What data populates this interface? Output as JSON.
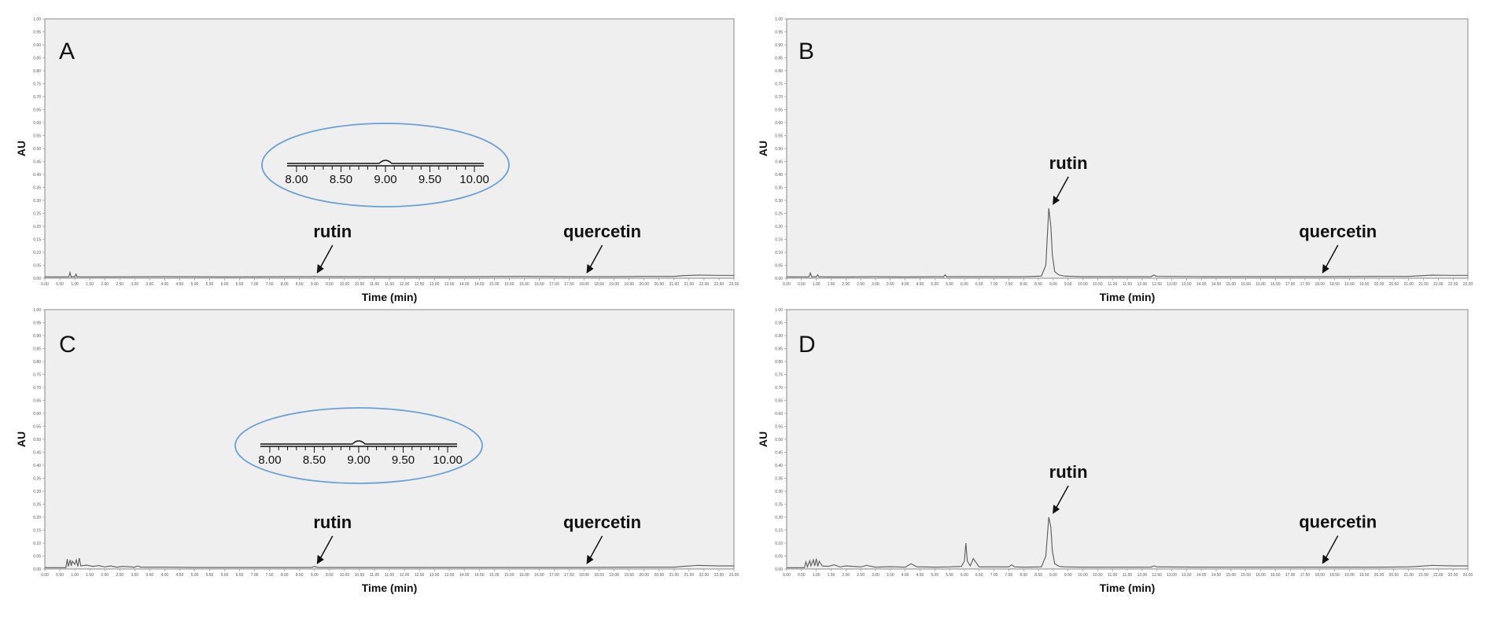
{
  "chart_data": [
    {
      "type": "line",
      "panel": "A",
      "xlabel": "Time (min)",
      "ylabel": "AU",
      "xlim": [
        0,
        23
      ],
      "ylim": [
        0,
        1
      ],
      "grid": false,
      "series": [
        {
          "x": [
            0,
            0.8,
            0.84,
            0.88,
            0.92,
            1.0,
            1.04,
            1.08,
            1.12,
            1.2,
            2,
            4,
            6,
            8,
            8.9,
            9.0,
            9.1,
            10,
            12,
            14,
            16,
            17.5,
            18,
            19,
            20,
            21,
            21.3,
            21.8,
            22.5,
            23
          ],
          "y": [
            0.005,
            0.005,
            0.022,
            0.004,
            0.006,
            0.005,
            0.016,
            0.004,
            0.006,
            0.005,
            0.005,
            0.006,
            0.005,
            0.006,
            0.006,
            0.007,
            0.006,
            0.006,
            0.006,
            0.006,
            0.007,
            0.006,
            0.006,
            0.006,
            0.007,
            0.007,
            0.01,
            0.012,
            0.011,
            0.011
          ]
        }
      ],
      "annotations": [
        {
          "text": "rutin",
          "x": 9.0,
          "y": 0.006
        },
        {
          "text": "quercetin",
          "x": 18.0,
          "y": 0.006
        }
      ],
      "inset": {
        "tick_labels": [
          "8.00",
          "8.50",
          "9.00",
          "9.50",
          "10.00"
        ],
        "peak_x": 9.0
      }
    },
    {
      "type": "line",
      "panel": "B",
      "xlabel": "Time (min)",
      "ylabel": "AU",
      "xlim": [
        0,
        23
      ],
      "ylim": [
        0,
        1
      ],
      "grid": false,
      "series": [
        {
          "x": [
            0,
            0.75,
            0.8,
            0.85,
            0.9,
            1.0,
            1.05,
            1.1,
            1.15,
            1.3,
            2,
            3,
            4,
            5,
            5.3,
            5.35,
            5.4,
            6,
            7,
            8,
            8.6,
            8.75,
            8.85,
            8.92,
            8.97,
            9.05,
            9.2,
            9.4,
            10,
            12,
            12.3,
            12.4,
            12.5,
            14,
            16,
            18,
            20,
            21,
            21.3,
            21.8,
            22.5,
            23
          ],
          "y": [
            0.005,
            0.005,
            0.02,
            0.004,
            0.006,
            0.005,
            0.013,
            0.004,
            0.006,
            0.005,
            0.005,
            0.006,
            0.005,
            0.006,
            0.006,
            0.013,
            0.006,
            0.006,
            0.006,
            0.006,
            0.008,
            0.05,
            0.27,
            0.2,
            0.09,
            0.025,
            0.012,
            0.008,
            0.006,
            0.006,
            0.006,
            0.012,
            0.007,
            0.006,
            0.006,
            0.006,
            0.007,
            0.007,
            0.009,
            0.012,
            0.011,
            0.011
          ]
        }
      ],
      "annotations": [
        {
          "text": "rutin",
          "x": 8.9,
          "y": 0.27
        },
        {
          "text": "quercetin",
          "x": 18.0,
          "y": 0.006
        }
      ]
    },
    {
      "type": "line",
      "panel": "C",
      "xlabel": "Time (min)",
      "ylabel": "AU",
      "xlim": [
        0,
        23
      ],
      "ylim": [
        0,
        1
      ],
      "grid": false,
      "series": [
        {
          "x": [
            0,
            0.7,
            0.75,
            0.78,
            0.85,
            0.88,
            0.92,
            1.0,
            1.05,
            1.1,
            1.15,
            1.2,
            1.4,
            1.6,
            1.8,
            2.0,
            2.2,
            2.4,
            2.6,
            3.0,
            3.1,
            3.2,
            3.5,
            4,
            5,
            6,
            7,
            8,
            8.9,
            9.0,
            9.1,
            10,
            12,
            14,
            16,
            18,
            20,
            21,
            21.3,
            21.8,
            22.5,
            23
          ],
          "y": [
            0.005,
            0.005,
            0.038,
            0.01,
            0.035,
            0.012,
            0.03,
            0.018,
            0.035,
            0.01,
            0.042,
            0.012,
            0.015,
            0.01,
            0.013,
            0.008,
            0.012,
            0.007,
            0.01,
            0.007,
            0.012,
            0.007,
            0.007,
            0.007,
            0.006,
            0.006,
            0.006,
            0.006,
            0.006,
            0.01,
            0.006,
            0.006,
            0.006,
            0.006,
            0.006,
            0.006,
            0.007,
            0.007,
            0.01,
            0.014,
            0.012,
            0.012
          ]
        }
      ],
      "annotations": [
        {
          "text": "rutin",
          "x": 9.0,
          "y": 0.006
        },
        {
          "text": "quercetin",
          "x": 18.0,
          "y": 0.006
        }
      ],
      "inset": {
        "tick_labels": [
          "8.00",
          "8.50",
          "9.00",
          "9.50",
          "10.00"
        ],
        "peak_x": 9.0
      }
    },
    {
      "type": "line",
      "panel": "D",
      "xlabel": "Time (min)",
      "ylabel": "AU",
      "xlim": [
        0,
        23
      ],
      "ylim": [
        0,
        1
      ],
      "grid": false,
      "series": [
        {
          "x": [
            0,
            0.6,
            0.65,
            0.7,
            0.78,
            0.82,
            0.9,
            0.95,
            1.0,
            1.05,
            1.1,
            1.2,
            1.4,
            1.6,
            1.8,
            2.0,
            2.5,
            2.7,
            3.0,
            3.5,
            4,
            4.2,
            4.4,
            4.6,
            5,
            5.5,
            5.9,
            6.0,
            6.05,
            6.1,
            6.2,
            6.3,
            6.5,
            7,
            7.5,
            7.6,
            7.7,
            8,
            8.6,
            8.75,
            8.85,
            8.92,
            8.97,
            9.05,
            9.2,
            9.4,
            10,
            12,
            12.3,
            12.4,
            12.5,
            14,
            16,
            18,
            20,
            21,
            21.3,
            21.8,
            22.5,
            23
          ],
          "y": [
            0.005,
            0.005,
            0.028,
            0.008,
            0.032,
            0.012,
            0.035,
            0.012,
            0.04,
            0.01,
            0.03,
            0.012,
            0.01,
            0.016,
            0.008,
            0.012,
            0.008,
            0.014,
            0.007,
            0.009,
            0.007,
            0.02,
            0.008,
            0.008,
            0.007,
            0.008,
            0.01,
            0.03,
            0.1,
            0.03,
            0.012,
            0.04,
            0.008,
            0.008,
            0.008,
            0.016,
            0.008,
            0.007,
            0.008,
            0.05,
            0.2,
            0.16,
            0.07,
            0.02,
            0.01,
            0.008,
            0.007,
            0.007,
            0.007,
            0.012,
            0.008,
            0.007,
            0.007,
            0.007,
            0.007,
            0.008,
            0.01,
            0.014,
            0.012,
            0.012
          ]
        }
      ],
      "annotations": [
        {
          "text": "rutin",
          "x": 8.9,
          "y": 0.2
        },
        {
          "text": "quercetin",
          "x": 18.0,
          "y": 0.007
        }
      ]
    }
  ],
  "axis": {
    "y_ticks": [
      "0.00",
      "0.05",
      "0.10",
      "0.15",
      "0.20",
      "0.25",
      "0.30",
      "0.35",
      "0.40",
      "0.45",
      "0.50",
      "0.55",
      "0.60",
      "0.65",
      "0.70",
      "0.75",
      "0.80",
      "0.85",
      "0.90",
      "0.95",
      "1.00"
    ],
    "x_ticks": [
      "0.00",
      "0.50",
      "1.00",
      "1.50",
      "2.00",
      "2.50",
      "3.00",
      "3.50",
      "4.00",
      "4.50",
      "5.00",
      "5.50",
      "6.00",
      "6.50",
      "7.00",
      "7.50",
      "8.00",
      "8.50",
      "9.00",
      "9.50",
      "10.00",
      "10.50",
      "11.00",
      "11.50",
      "12.00",
      "12.50",
      "13.00",
      "13.50",
      "14.00",
      "14.50",
      "15.00",
      "15.50",
      "16.00",
      "16.50",
      "17.00",
      "17.50",
      "18.00",
      "18.50",
      "19.00",
      "19.50",
      "20.00",
      "20.50",
      "21.00",
      "21.50",
      "22.00",
      "22.50",
      "23.00"
    ]
  },
  "colors": {
    "plot_bg": "#efefef",
    "frame": "#8a8a8a",
    "trace": "#5a5a5a",
    "inset_ellipse": "#6aa0d8",
    "text": "#111111"
  }
}
